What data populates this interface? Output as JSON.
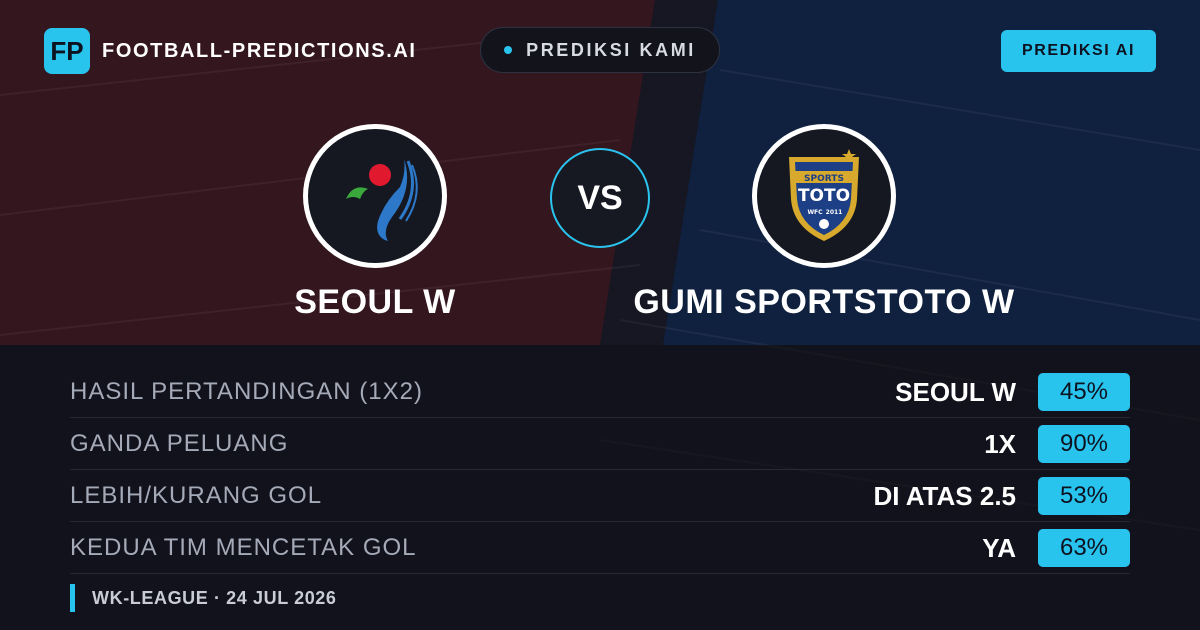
{
  "brand": {
    "logo_text": "FP",
    "name": "FOOTBALL-PREDICTIONS.AI"
  },
  "header": {
    "pill_label": "PREDIKSI KAMI",
    "ai_button_label": "PREDIKSI AI"
  },
  "match": {
    "vs_label": "VS",
    "home_team": "SEOUL W",
    "away_team": "GUMI SPORTSTOTO W",
    "away_crest": {
      "line1": "SPORTS",
      "line2": "TOTO",
      "line3": "WFC",
      "line4": "2011"
    }
  },
  "predictions": [
    {
      "label": "HASIL PERTANDINGAN (1X2)",
      "pick": "SEOUL W",
      "percent": "45%"
    },
    {
      "label": "GANDA PELUANG",
      "pick": "1X",
      "percent": "90%"
    },
    {
      "label": "LEBIH/KURANG GOL",
      "pick": "DI ATAS 2.5",
      "percent": "53%"
    },
    {
      "label": "KEDUA TIM MENCETAK GOL",
      "pick": "YA",
      "percent": "63%"
    }
  ],
  "footer": {
    "league_date": "WK-LEAGUE · 24 JUL 2026"
  },
  "colors": {
    "accent": "#29c4ee",
    "home_panel": "#34161f",
    "away_panel": "#10213f",
    "background": "#12131c"
  }
}
